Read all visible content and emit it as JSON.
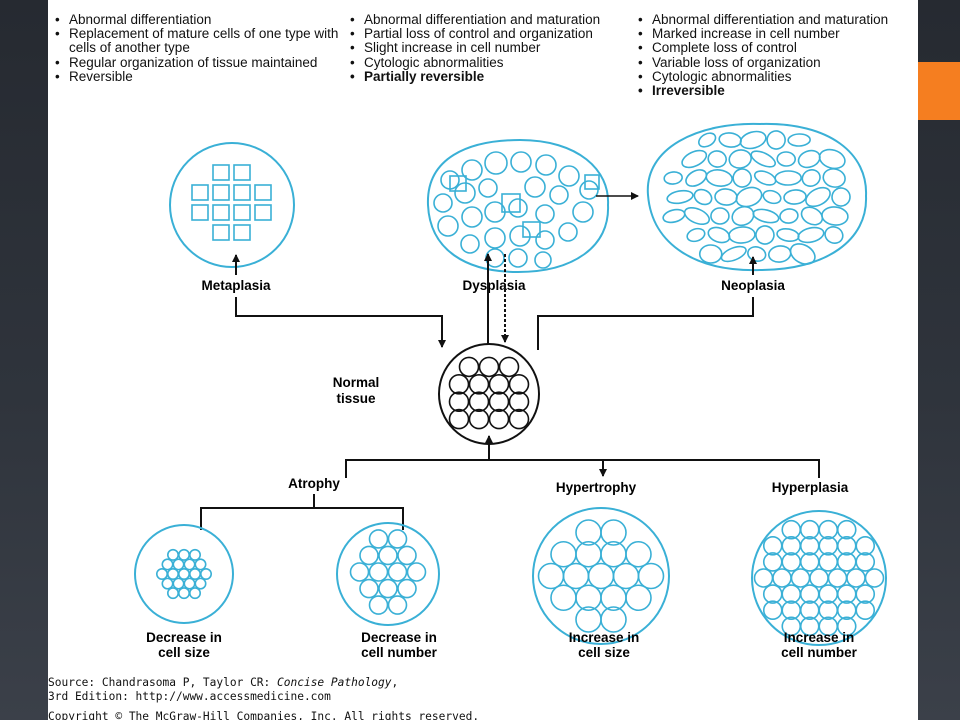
{
  "colors": {
    "cell_stroke": "#3ab0d6",
    "line": "#111111",
    "accent": "#f57e20",
    "background": "#2b2f36"
  },
  "header_columns": [
    {
      "items": [
        {
          "text": "Abnormal differentiation",
          "bold": false
        },
        {
          "text": "Replacement of mature cells of one type with cells of another type",
          "bold": false
        },
        {
          "text": "Regular organization of tissue maintained",
          "bold": false
        },
        {
          "text": "Reversible",
          "bold": false
        }
      ]
    },
    {
      "items": [
        {
          "text": "Abnormal differentiation and maturation",
          "bold": false
        },
        {
          "text": "Partial loss of control and organization",
          "bold": false
        },
        {
          "text": "Slight increase in cell number",
          "bold": false
        },
        {
          "text": "Cytologic abnormalities",
          "bold": false
        },
        {
          "text": "Partially reversible",
          "bold": true
        }
      ]
    },
    {
      "items": [
        {
          "text": "Abnormal differentiation and maturation",
          "bold": false
        },
        {
          "text": "Marked increase in cell number",
          "bold": false
        },
        {
          "text": "Complete loss of control",
          "bold": false
        },
        {
          "text": "Variable loss of organization",
          "bold": false
        },
        {
          "text": "Cytologic abnormalities",
          "bold": false
        },
        {
          "text": "Irreversible",
          "bold": true
        }
      ]
    }
  ],
  "labels": {
    "metaplasia": "Metaplasia",
    "dysplasia": "Dysplasia",
    "neoplasia": "Neoplasia",
    "normal_tissue_line1": "Normal",
    "normal_tissue_line2": "tissue",
    "atrophy": "Atrophy",
    "hypertrophy": "Hypertrophy",
    "hyperplasia": "Hyperplasia"
  },
  "captions": {
    "decrease_cell_size": [
      "Decrease in",
      "cell size"
    ],
    "decrease_cell_number": [
      "Decrease in",
      "cell number"
    ],
    "increase_cell_size": [
      "Increase in",
      "cell size"
    ],
    "increase_cell_number": [
      "Increase in",
      "cell number"
    ]
  },
  "source": {
    "line1_prefix": "Source: Chandrasoma P, Taylor CR: ",
    "line1_title": "Concise Pathology",
    "line1_suffix": ",",
    "line2": "3rd Edition: http://www.accessmedicine.com",
    "line3": "Copyright © The McGraw-Hill Companies, Inc. All rights reserved."
  }
}
